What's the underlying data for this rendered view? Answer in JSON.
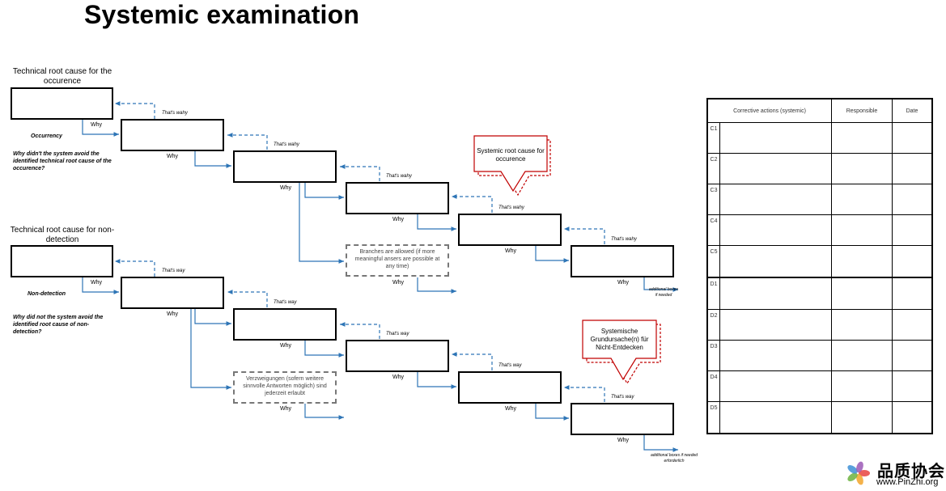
{
  "title": "Systemic examination",
  "occurrence": {
    "header": "Technical root cause for the occurence",
    "label": "Occurrency",
    "question": "Why didn't the system avoid the identified technical root cause of the occurence?"
  },
  "nondetection": {
    "header": "Technical root cause for non-detection",
    "label": "Non-detection",
    "question": "Why did not the system avoid the identified root cause of non-detection?"
  },
  "why_label": "Why",
  "thats_why_top": "That's wahy",
  "thats_why_top_last": "That's wahy",
  "thats_why_bottom": "That's way",
  "callouts": {
    "occurrence": "Systemic root cause for occurence",
    "nondetection": "Systemische Grundursache(n) für Nicht-Entdecken"
  },
  "branches": {
    "en": "Branches are allowed (if more meaningful ansers are possible at any time)",
    "de": "Verzweigungen (sofern weitere sinnvolle Antworten möglich) sind jederzeit erlaubt"
  },
  "additional": {
    "en": "additional boxes if needed",
    "de": "additional boxes if needed erforderlich"
  },
  "table": {
    "headers": [
      "Corrective actions (systemic)",
      "Responsible",
      "Date"
    ],
    "rows": [
      "C1",
      "C2",
      "C3",
      "C4",
      "C5",
      "D1",
      "D2",
      "D3",
      "D4",
      "D5"
    ]
  },
  "logo": {
    "cn": "品质协会",
    "url": "www.PinZhi.org",
    "colors": [
      "#e8433f",
      "#f2a52a",
      "#6cb33f",
      "#3d8fd6",
      "#9b59b6"
    ]
  }
}
